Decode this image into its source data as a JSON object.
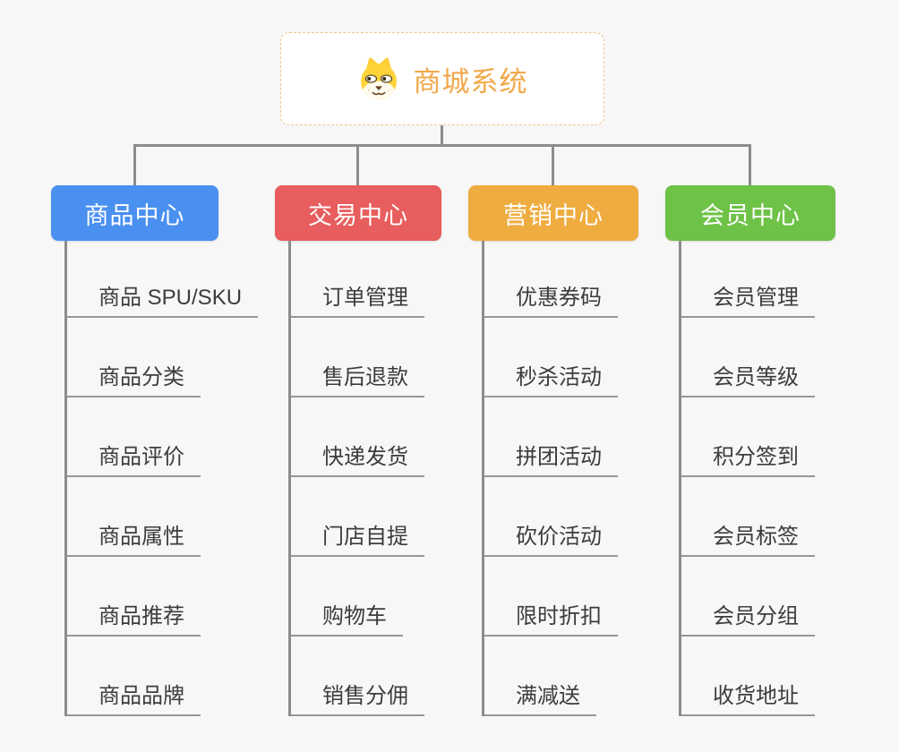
{
  "canvas": {
    "background": "#f7f7f7",
    "line_color": "#8c8c8c"
  },
  "root": {
    "title": "商城系统",
    "icon": "dog-face-icon",
    "text_color": "#f2a84a",
    "border_color": "#f2c488"
  },
  "branches": [
    {
      "label": "商品中心",
      "color": "#4a90f0",
      "children": [
        "商品 SPU/SKU",
        "商品分类",
        "商品评价",
        "商品属性",
        "商品推荐",
        "商品品牌"
      ]
    },
    {
      "label": "交易中心",
      "color": "#e85d5d",
      "children": [
        "订单管理",
        "售后退款",
        "快递发货",
        "门店自提",
        "购物车",
        "销售分佣"
      ]
    },
    {
      "label": "营销中心",
      "color": "#efac40",
      "children": [
        "优惠券码",
        "秒杀活动",
        "拼团活动",
        "砍价活动",
        "限时折扣",
        "满减送"
      ]
    },
    {
      "label": "会员中心",
      "color": "#6ec247",
      "children": [
        "会员管理",
        "会员等级",
        "积分签到",
        "会员标签",
        "会员分组",
        "收货地址"
      ]
    }
  ]
}
